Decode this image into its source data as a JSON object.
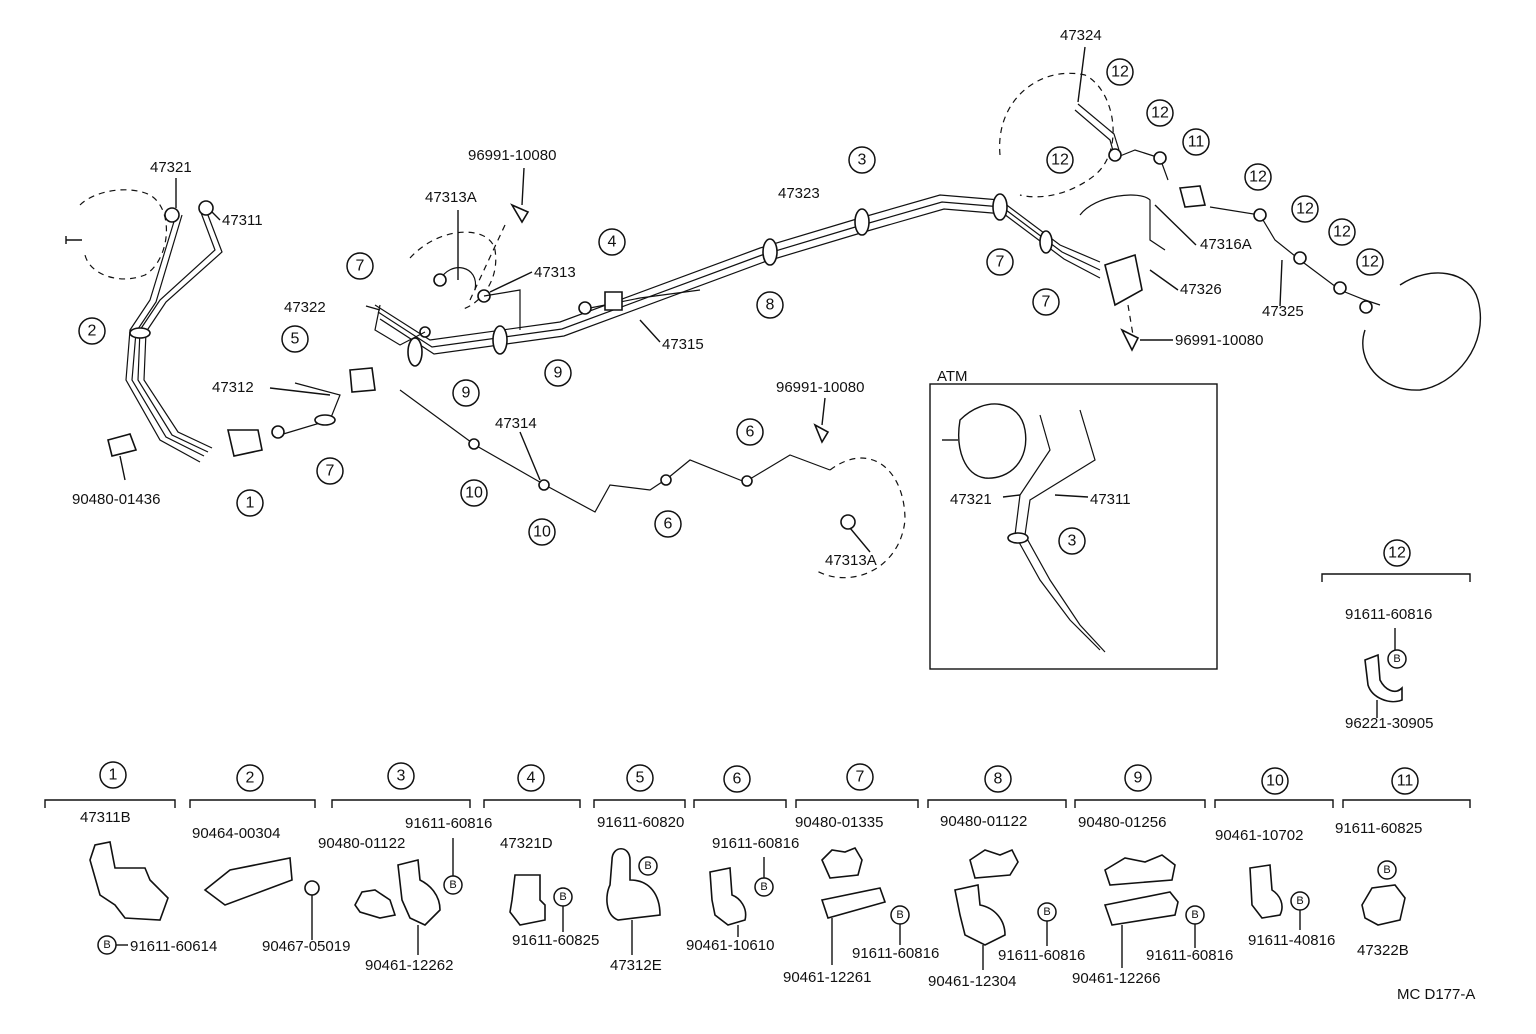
{
  "diagram_code": "MC D177-A",
  "atm_label": "ATM",
  "labels": {
    "p47321": "47321",
    "p47311": "47311",
    "p90480_01436": "90480-01436",
    "p96991_a": "96991-10080",
    "p47313A_a": "47313A",
    "p47313": "47313",
    "p47322": "47322",
    "p47312": "47312",
    "p47314": "47314",
    "p47315": "47315",
    "p47323": "47323",
    "p96991_b": "96991-10080",
    "p47313A_b": "47313A",
    "p47324": "47324",
    "p47316A": "47316A",
    "p47326": "47326",
    "p96991_c": "96991-10080",
    "p47325": "47325",
    "atm_47321": "47321",
    "atm_47311": "47311",
    "g12_91611": "91611-60816",
    "g12_96221": "96221-30905"
  },
  "callouts": [
    "1",
    "2",
    "3",
    "4",
    "5",
    "6",
    "7",
    "8",
    "9",
    "10",
    "11",
    "12"
  ],
  "bolt_mark": "B",
  "legend": {
    "g1_a": "47311B",
    "g1_b": "91611-60614",
    "g2_a": "90464-00304",
    "g2_b": "90467-05019",
    "g3_a": "91611-60816",
    "g3_b": "90480-01122",
    "g3_c": "90461-12262",
    "g4_a": "47321D",
    "g4_b": "91611-60825",
    "g5_a": "91611-60820",
    "g5_b": "47312E",
    "g6_a": "91611-60816",
    "g6_b": "90461-10610",
    "g7_a": "90480-01335",
    "g7_b": "91611-60816",
    "g7_c": "90461-12261",
    "g8_a": "90480-01122",
    "g8_b": "91611-60816",
    "g8_c": "90461-12304",
    "g9_a": "90480-01256",
    "g9_b": "91611-60816",
    "g9_c": "90461-12266",
    "g10_a": "90461-10702",
    "g10_b": "91611-40816",
    "g11_a": "91611-60825",
    "g11_b": "47322B"
  }
}
